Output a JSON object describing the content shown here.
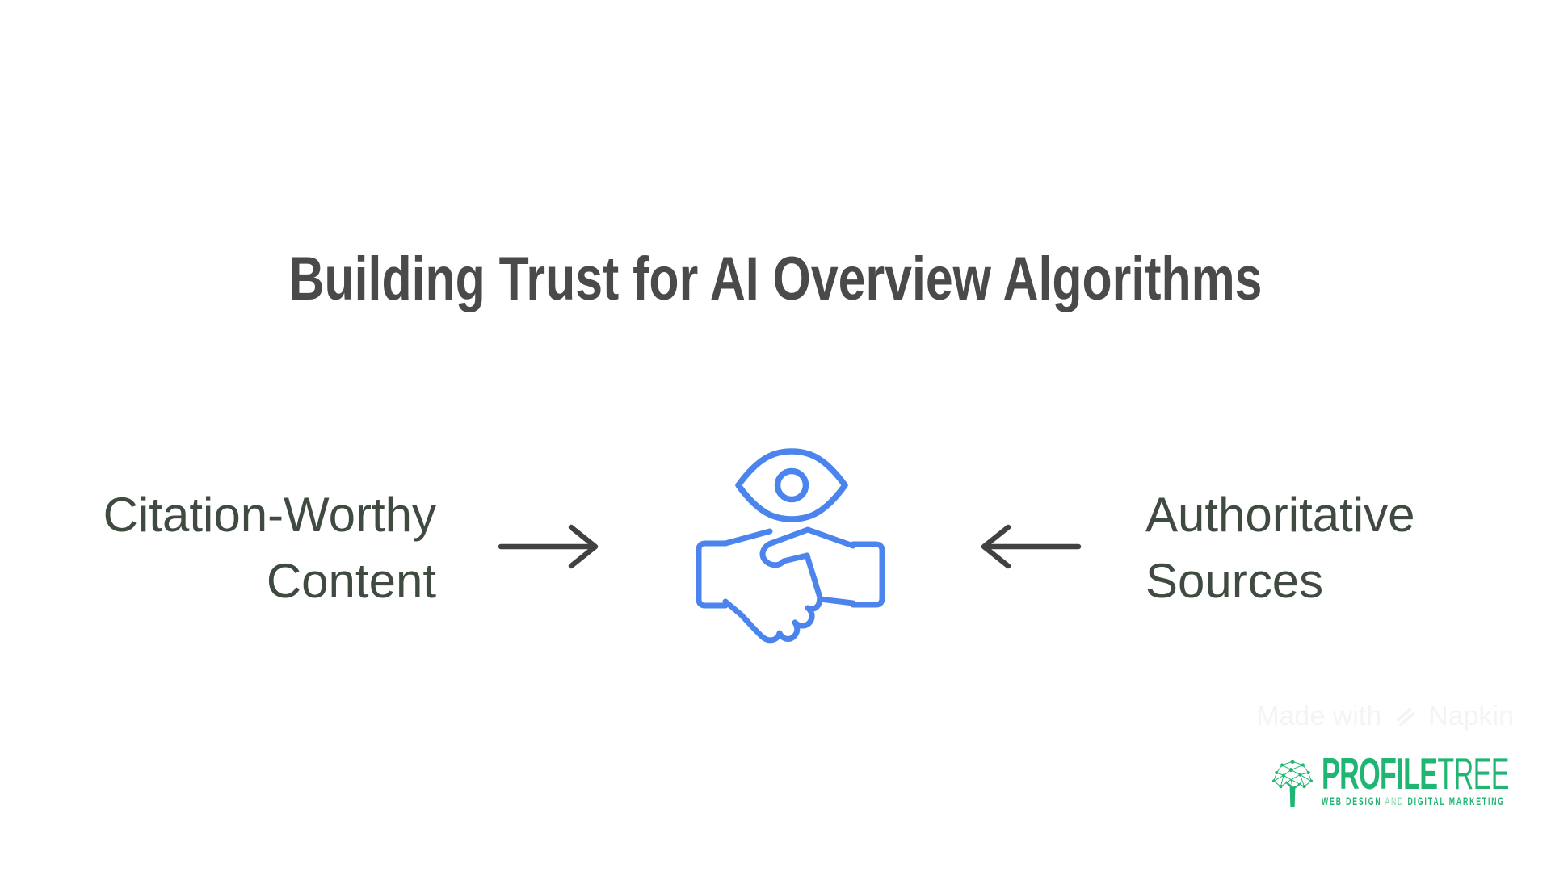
{
  "title": "Building Trust for AI Overview Algorithms",
  "diagram": {
    "left_label": {
      "lines": [
        "Citation-Worthy",
        "Content"
      ]
    },
    "right_label": {
      "lines": [
        "Authoritative",
        "Sources"
      ]
    },
    "center_icons": [
      "eye-icon",
      "handshake-icon"
    ],
    "colors": {
      "title_text": "#4a4a4a",
      "label_text": "#3f4a41",
      "arrow": "#414141",
      "icon_blue": "#4b84ec"
    }
  },
  "watermark": {
    "prefix": "Made with",
    "brand": "Napkin",
    "color": "#f4f4f4"
  },
  "logo": {
    "brand_bold": "PROFILE",
    "brand_light": "TREE",
    "tagline_left": "WEB DESIGN",
    "tagline_and": " AND ",
    "tagline_right": "DIGITAL MARKETING",
    "colors": {
      "green": "#21b573",
      "light_green": "#7fd2a7"
    }
  }
}
